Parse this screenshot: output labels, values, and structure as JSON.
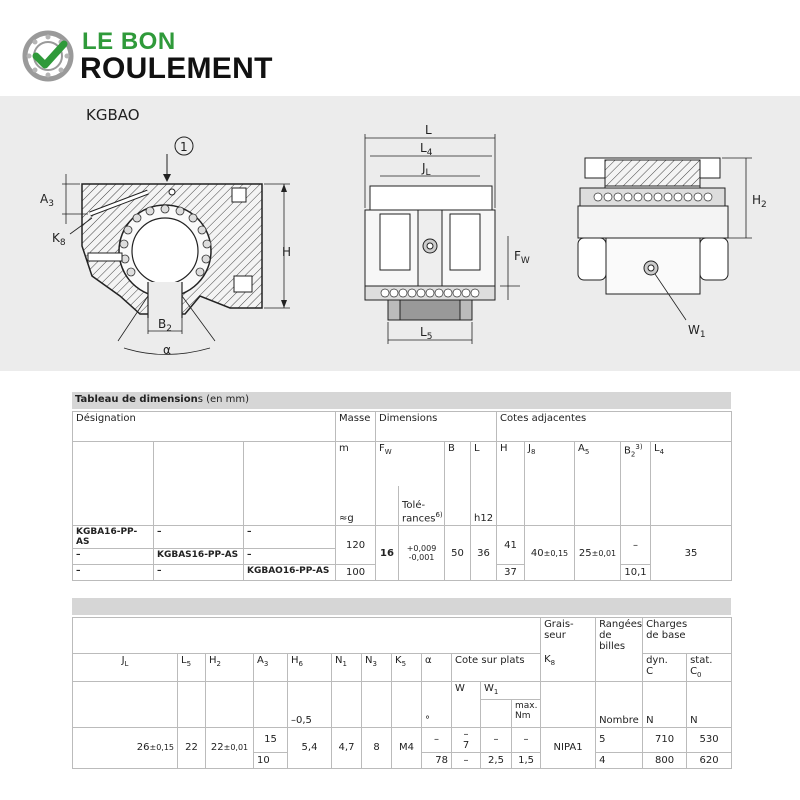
{
  "brand": {
    "line1": "LE BON",
    "line2": "ROULEMENT"
  },
  "diagram": {
    "title": "KGBAO",
    "callout": "1",
    "labels": {
      "A3": "A",
      "A3_sub": "3",
      "K8": "K",
      "K8_sub": "8",
      "H": "H",
      "B2": "B",
      "B2_sub": "2",
      "alpha": "α",
      "L": "L",
      "L4": "L",
      "L4_sub": "4",
      "JL": "J",
      "JL_sub": "L",
      "FW": "F",
      "FW_sub": "W",
      "L5": "L",
      "L5_sub": "5",
      "H2": "H",
      "H2_sub": "2",
      "W1": "W",
      "W1_sub": "1"
    }
  },
  "table1": {
    "header_bold": "Tableau de dimension",
    "header_rest": "s (en mm)",
    "col_designation": "Désignation",
    "col_masse": "Masse",
    "col_dimensions": "Dimensions",
    "col_cotes": "Cotes adjacentes",
    "unit_m": "m",
    "fw": "F",
    "fw_sub": "W",
    "b": "B",
    "l": "L",
    "h": "H",
    "j8": "J",
    "j8_sub": "8",
    "a5": "A",
    "a5_sub": "5",
    "b2": "B",
    "b2_sub": "2",
    "b2_sup": "3)",
    "l4": "L",
    "l4_sub": "4",
    "unit_g": "≈g",
    "tol_label": "Tolé-",
    "tol_label2": "rances",
    "tol_sup": "6)",
    "h12": "h12",
    "rows": [
      {
        "d1": "KGBA16-PP-AS",
        "d2": "–",
        "d3": "–"
      },
      {
        "d1": "–",
        "d2": "KGBAS16-PP-AS",
        "d3": "–"
      },
      {
        "d1": "–",
        "d2": "–",
        "d3": "KGBAO16-PP-AS"
      }
    ],
    "masse_top": "120",
    "masse_bottom": "100",
    "fw_val": "16",
    "tol_top": "+0,009",
    "tol_bottom": "-0,001",
    "b_val": "50",
    "l_val": "36",
    "h_top": "41",
    "h_bottom": "37",
    "j8_val": "40",
    "j8_tol": "±0,15",
    "a5_val": "25",
    "a5_tol": "±0,01",
    "b2_top": "–",
    "b2_bottom": "10,1",
    "l4_val": "35"
  },
  "table2": {
    "grais_1": "Grais-",
    "grais_2": "seur",
    "rangees_1": "Rangées",
    "rangees_2": "de billes",
    "charges_1": "Charges",
    "charges_2": "de base",
    "jl": "J",
    "jl_sub": "L",
    "l5": "L",
    "l5_sub": "5",
    "h2": "H",
    "h2_sub": "2",
    "a3": "A",
    "a3_sub": "3",
    "h6": "H",
    "h6_sub": "6",
    "n1": "N",
    "n1_sub": "1",
    "n3": "N",
    "n3_sub": "3",
    "k5": "K",
    "k5_sub": "5",
    "alpha": "α",
    "cote": "Cote sur plats",
    "k8": "K",
    "k8_sub": "8",
    "dyn": "dyn.",
    "dyn_c": "C",
    "stat": "stat.",
    "stat_c": "C",
    "stat_c_sub": "0",
    "w": "W",
    "w1": "W",
    "w1_sub": "1",
    "max": "max.",
    "nm": "Nm",
    "h6_tol": "–0,5",
    "deg": "°",
    "nombre": "Nombre",
    "n_unit": "N",
    "n_unit2": "N",
    "jl_val": "26",
    "jl_tol": "±0,15",
    "l5_val": "22",
    "h2_val": "22",
    "h2_tol": "±0,01",
    "a3_top": "15",
    "a3_bottom": "10",
    "h6_val": "5,4",
    "n1_val": "4,7",
    "n3_val": "8",
    "k5_val": "M4",
    "alpha_top": "–",
    "alpha_bottom": "78",
    "w_top": "–",
    "w_mid": "7",
    "w_bottom": "–",
    "w1_top": "–",
    "w1_bottom": "2,5",
    "nm_top": "–",
    "nm_bottom": "1,5",
    "k8_val": "NIPA1",
    "rangees_top": "5",
    "rangees_bottom": "4",
    "dyn_top": "710",
    "dyn_bottom": "800",
    "stat_top": "530",
    "stat_bottom": "620"
  }
}
